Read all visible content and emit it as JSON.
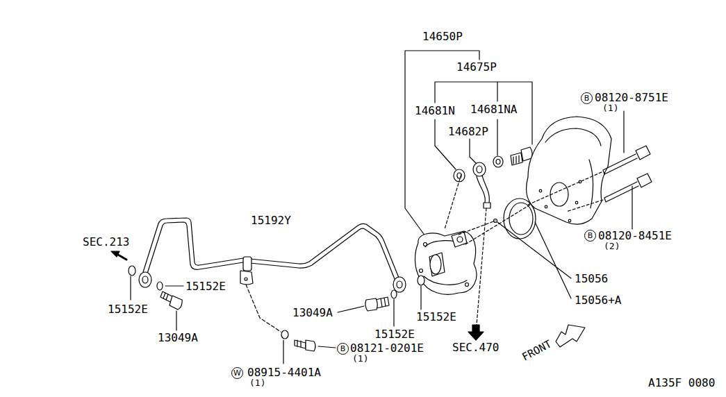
{
  "diagram": {
    "nodes": [
      {
        "text": [
          "B"
        ]
      },
      {
        "text": [
          "B"
        ]
      },
      {
        "text": [
          "B"
        ]
      },
      {
        "text": [
          "W"
        ]
      }
    ],
    "labels": [
      "14650P",
      "14675P",
      "14681N",
      "14681NA",
      "14682P",
      "08120-8751E",
      "(1)",
      "08120-8451E",
      "(2)",
      "15192Y",
      "SEC.213",
      "15152E",
      "15152E",
      "13049A",
      "13049A",
      "15152E",
      "15152E",
      "15056",
      "15056+A",
      "SEC.470",
      "08121-0201E",
      "(1)",
      "08915-4401A",
      "(1)",
      "FRONT",
      "A135F 0080"
    ]
  }
}
